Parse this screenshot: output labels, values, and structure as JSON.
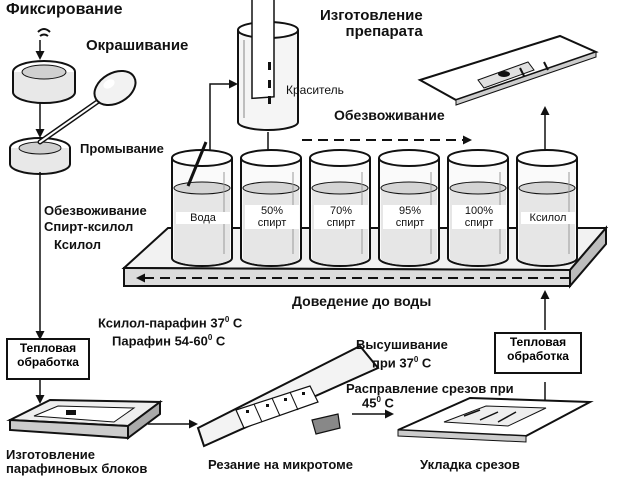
{
  "steps": {
    "fixation": "Фиксирование",
    "staining": "Окрашивание",
    "preparation_line1": "Изготовление",
    "preparation_line2": "препарата",
    "dye": "Краситель",
    "dehydration_top": "Обезвоживание",
    "rinsing": "Промывание",
    "dehydration_left": "Обезвоживание",
    "alcohol_xylene": "Спирт-ксилол",
    "xylene": "Ксилол",
    "bring_to_water": "Доведение до воды",
    "xylene_paraffin": "Ксилол-парафин 37",
    "xylene_paraffin_unit": "0",
    "xylene_paraffin_c": " С",
    "paraffin": "Парафин 54-60",
    "paraffin_unit": "0",
    "paraffin_c": " С",
    "drying_line1": "Высушивание",
    "drying_line2": "при 37",
    "drying_unit": "0",
    "drying_c": " С",
    "straightening_line1": "Расправление срезов при",
    "straightening_line2": "45",
    "straightening_unit": "0",
    "straightening_c": " С",
    "blocks_line1": "Изготовление",
    "blocks_line2": "парафиновых блоков",
    "microtome": "Резание на микротоме",
    "laying": "Укладка срезов"
  },
  "boxes": {
    "heat_left_line1": "Тепловая",
    "heat_left_line2": "обработка",
    "heat_right_line1": "Тепловая",
    "heat_right_line2": "обработка"
  },
  "cylinders": [
    {
      "label_line1": "Вода",
      "label_line2": ""
    },
    {
      "label_line1": "50%",
      "label_line2": "спирт"
    },
    {
      "label_line1": "70%",
      "label_line2": "спирт"
    },
    {
      "label_line1": "95%",
      "label_line2": "спирт"
    },
    {
      "label_line1": "100%",
      "label_line2": "спирт"
    },
    {
      "label_line1": "Ксилол",
      "label_line2": ""
    }
  ]
}
